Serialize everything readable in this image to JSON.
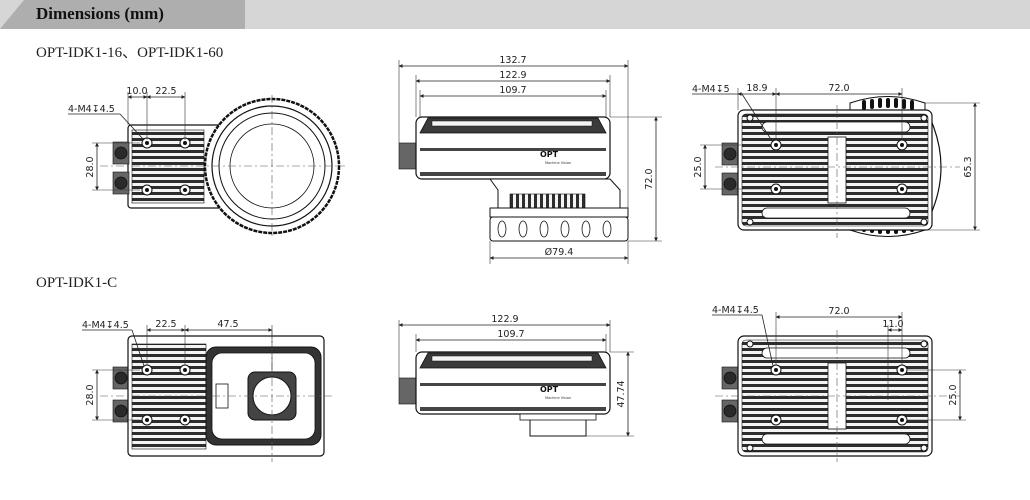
{
  "header": {
    "title": "Dimensions (mm)"
  },
  "sections": [
    {
      "title": "OPT-IDK1-16、OPT-IDK1-60"
    },
    {
      "title": "OPT-IDK1-C"
    }
  ],
  "drawings": {
    "top_front": {
      "thread": "4-M4↧4.5",
      "d1": "10.0",
      "d2": "22.5",
      "d3": "28.0"
    },
    "top_side": {
      "d1": "132.7",
      "d2": "122.9",
      "d3": "109.7",
      "d4": "72.0",
      "d5": "Ø79.4"
    },
    "top_back": {
      "thread": "4-M4↧5",
      "d1": "18.9",
      "d2": "72.0",
      "d3": "25.0",
      "d4": "65.3"
    },
    "bot_front": {
      "thread": "4-M4↧4.5",
      "d1": "22.5",
      "d2": "47.5",
      "d3": "28.0"
    },
    "bot_side": {
      "d1": "122.9",
      "d2": "109.7",
      "d3": "47.74"
    },
    "bot_back": {
      "thread": "4-M4↧4.5",
      "d1": "72.0",
      "d2": "11.0",
      "d3": "25.0"
    }
  },
  "logo": {
    "text": "OPT",
    "tagline": "Machine Vision"
  },
  "colors": {
    "header_bg": "#d6d6d6",
    "header_tab": "#aeaeae",
    "line": "#222222"
  }
}
